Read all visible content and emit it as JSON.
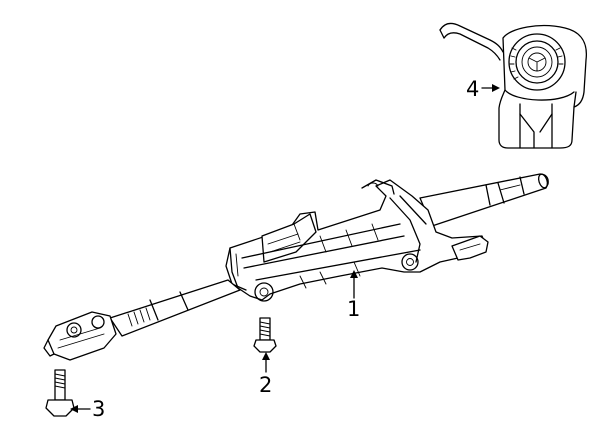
{
  "diagram": {
    "callouts": [
      {
        "id": "1",
        "label": "1",
        "part": "steering-column-assembly"
      },
      {
        "id": "2",
        "label": "2",
        "part": "column-mounting-bolt"
      },
      {
        "id": "3",
        "label": "3",
        "part": "intermediate-shaft-bolt"
      },
      {
        "id": "4",
        "label": "4",
        "part": "clockspring"
      }
    ],
    "colors": {
      "line": "#000000",
      "background": "#ffffff"
    }
  }
}
